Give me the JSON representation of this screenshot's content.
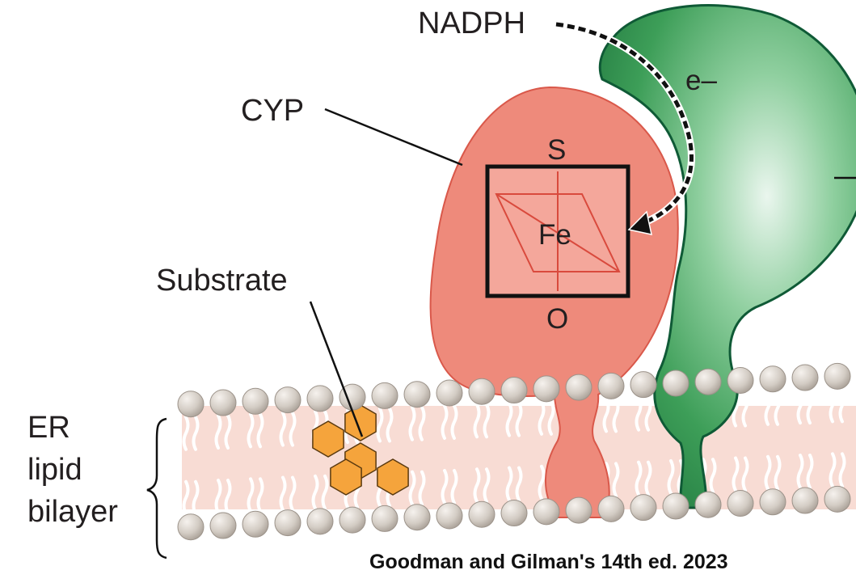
{
  "labels": {
    "nadph": "NADPH",
    "electron": "e–",
    "cyp": "CYP",
    "sulfur": "S",
    "iron": "Fe",
    "oxygen": "O",
    "substrate": "Substrate",
    "er_line1": "ER",
    "er_line2": "lipid",
    "er_line3": "bilayer"
  },
  "credit": "Goodman and Gilman's 14th ed. 2023",
  "colors": {
    "cyp_fill": "#ee8a7b",
    "cyp_stroke": "#d9584a",
    "reductase_fill": "#3fa05a",
    "reductase_stroke": "#0f5a36",
    "substrate_fill": "#f5a43c",
    "membrane_tint": "#f7d9d0",
    "lipid_head": "#cfc8c0"
  }
}
